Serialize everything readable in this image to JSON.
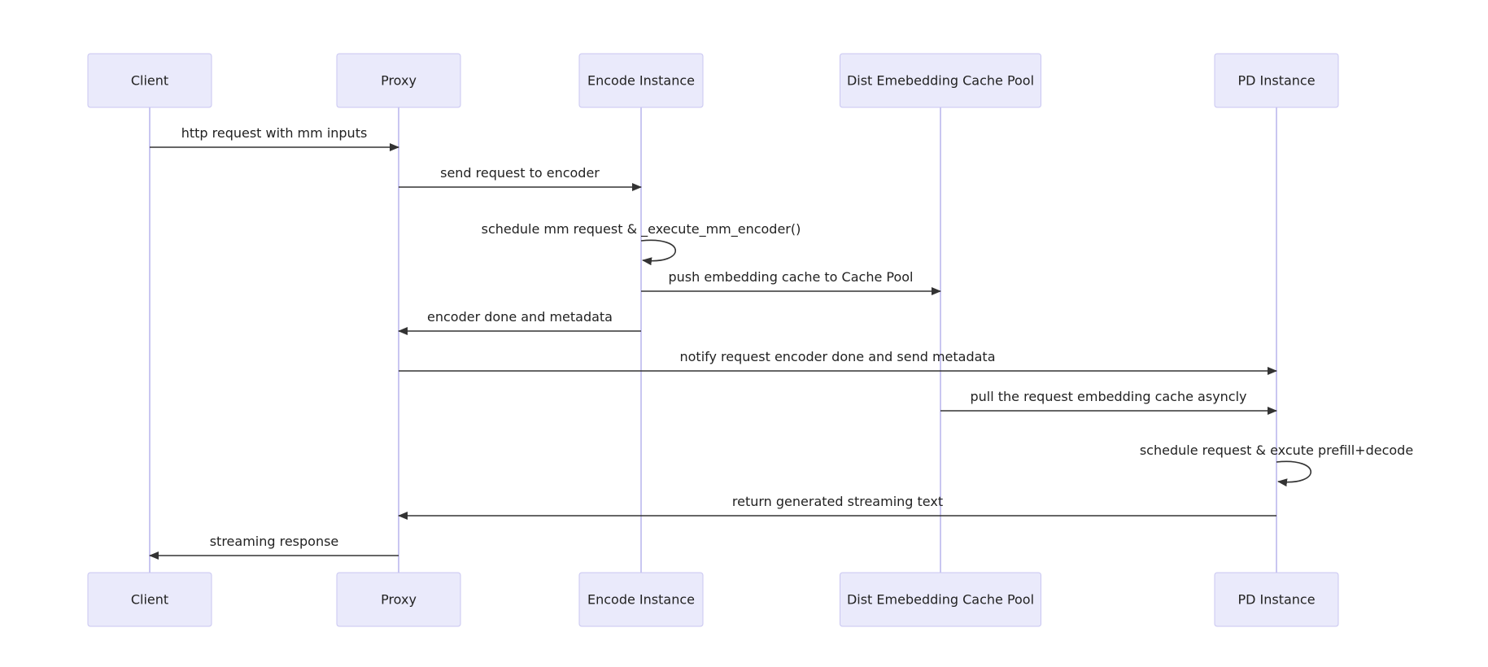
{
  "participants": [
    {
      "id": "client",
      "label": "Client"
    },
    {
      "id": "proxy",
      "label": "Proxy"
    },
    {
      "id": "encode",
      "label": "Encode Instance"
    },
    {
      "id": "pool",
      "label": "Dist Emebedding Cache Pool"
    },
    {
      "id": "pd",
      "label": "PD Instance"
    }
  ],
  "messages": [
    {
      "from": "client",
      "to": "proxy",
      "label": "http request with mm inputs"
    },
    {
      "from": "proxy",
      "to": "encode",
      "label": "send request to encoder"
    },
    {
      "from": "encode",
      "to": "encode",
      "label": "schedule mm request & _execute_mm_encoder()"
    },
    {
      "from": "encode",
      "to": "pool",
      "label": "push embedding cache to Cache Pool"
    },
    {
      "from": "encode",
      "to": "proxy",
      "label": "encoder done and metadata"
    },
    {
      "from": "proxy",
      "to": "pd",
      "label": "notify request encoder done and send metadata"
    },
    {
      "from": "pool",
      "to": "pd",
      "label": "pull the request embedding cache asyncly"
    },
    {
      "from": "pd",
      "to": "pd",
      "label": "schedule request & excute prefill+decode"
    },
    {
      "from": "pd",
      "to": "proxy",
      "label": "return generated streaming text"
    },
    {
      "from": "proxy",
      "to": "client",
      "label": "streaming response"
    }
  ],
  "colors": {
    "actor_fill": "#eaeafb",
    "actor_border": "#c9c6f1",
    "lifeline": "#c9c6f1",
    "arrow": "#333333",
    "text": "#222222"
  }
}
